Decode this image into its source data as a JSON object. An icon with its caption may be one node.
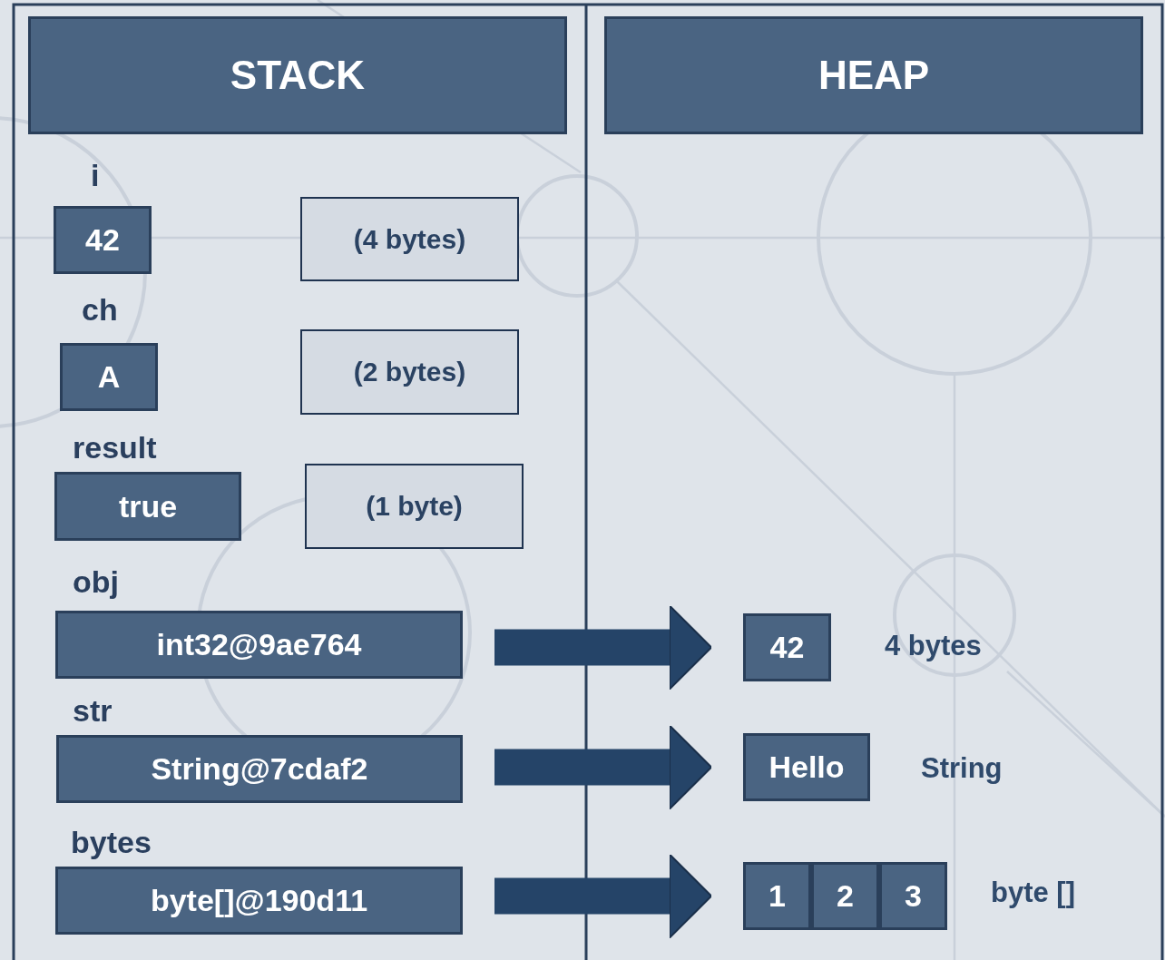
{
  "diagram": {
    "nodes": [
      {
        "text": [
          "STACK"
        ]
      },
      {
        "text": [
          "HEAP"
        ]
      },
      {
        "text": [
          "42"
        ],
        "beside": [
          "i"
        ]
      },
      {
        "text": [
          "(4 bytes)"
        ]
      },
      {
        "text": [
          "A"
        ],
        "beside": [
          "ch"
        ]
      },
      {
        "text": [
          "(2 bytes)"
        ]
      },
      {
        "text": [
          "true"
        ],
        "beside": [
          "result"
        ]
      },
      {
        "text": [
          "(1 byte)"
        ]
      },
      {
        "text": [
          "int32@9ae764"
        ],
        "beside": [
          "obj"
        ]
      },
      {
        "text": [
          "String@7cdaf2"
        ],
        "beside": [
          "str"
        ]
      },
      {
        "text": [
          "byte[]@190d11"
        ],
        "beside": [
          "bytes"
        ]
      },
      {
        "text": [
          "42"
        ],
        "beside": [
          "4 bytes"
        ]
      },
      {
        "text": [
          "Hello"
        ],
        "beside": [
          "String"
        ]
      },
      {
        "text": [
          "1"
        ]
      },
      {
        "text": [
          "2"
        ]
      },
      {
        "text": [
          "3"
        ]
      }
    ],
    "edges": [
      {
        "from": 8,
        "to": 11,
        "arrow": "to"
      },
      {
        "from": 9,
        "to": 12,
        "arrow": "to"
      },
      {
        "from": 10,
        "to": 13,
        "arrow": "to"
      }
    ],
    "labels": [
      "byte []"
    ]
  }
}
